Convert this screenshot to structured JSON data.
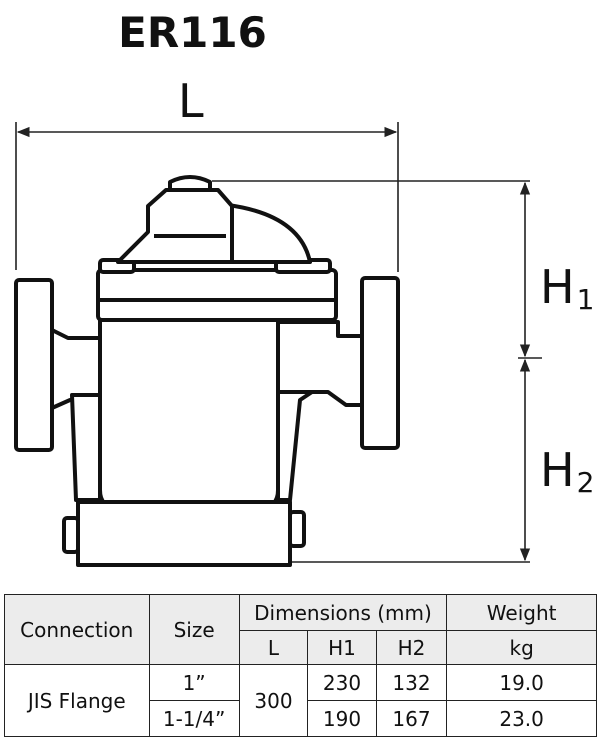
{
  "title": "ER116",
  "dimension_labels": {
    "L": "L",
    "H1_main": "H",
    "H1_sub": "1",
    "H2_main": "H",
    "H2_sub": "2"
  },
  "table": {
    "headers": {
      "connection": "Connection",
      "size": "Size",
      "dimensions": "Dimensions (mm)",
      "weight": "Weight",
      "L": "L",
      "H1": "H1",
      "H2": "H2",
      "kg": "kg"
    },
    "connection_type": "JIS Flange",
    "L_value": "300",
    "rows": [
      {
        "size": "1”",
        "H1": "230",
        "H2": "132",
        "weight": "19.0"
      },
      {
        "size": "1-1/4”",
        "H1": "190",
        "H2": "167",
        "weight": "23.0"
      }
    ]
  }
}
